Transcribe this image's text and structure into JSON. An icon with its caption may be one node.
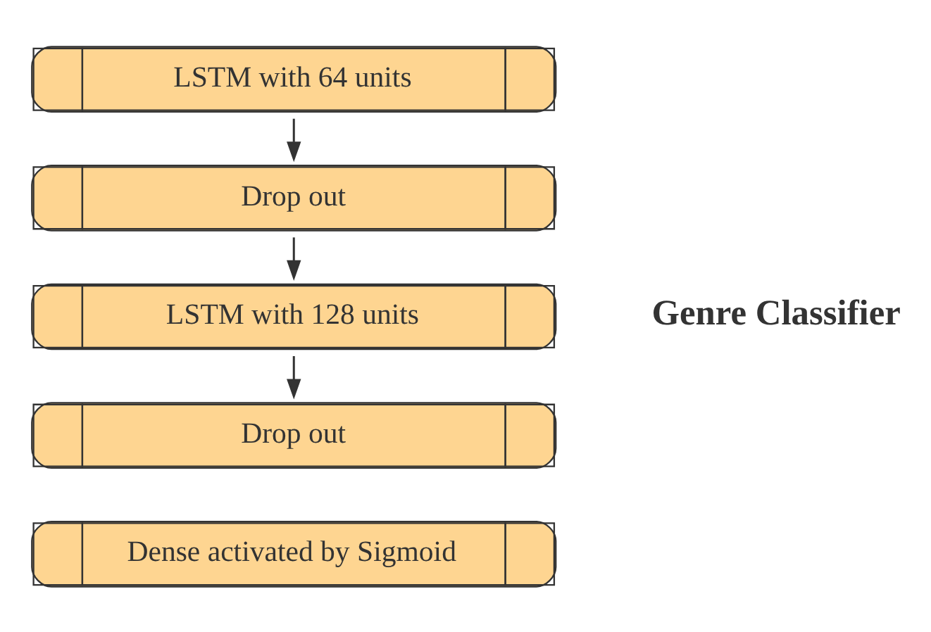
{
  "diagram": {
    "nodes": [
      {
        "text": [
          "LSTM with 64 units"
        ]
      },
      {
        "text": [
          "Drop out"
        ]
      },
      {
        "text": [
          "LSTM with 128 units"
        ]
      },
      {
        "text": [
          "Drop out"
        ]
      },
      {
        "text": [
          "Dense activated by Sigmoid"
        ]
      }
    ],
    "edges": [
      {
        "from": 0,
        "to": 1,
        "arrow": "to"
      },
      {
        "from": 1,
        "to": 2,
        "arrow": "to"
      },
      {
        "from": 2,
        "to": 3,
        "arrow": "to"
      }
    ],
    "labels": [
      "Genre Classifier"
    ]
  }
}
